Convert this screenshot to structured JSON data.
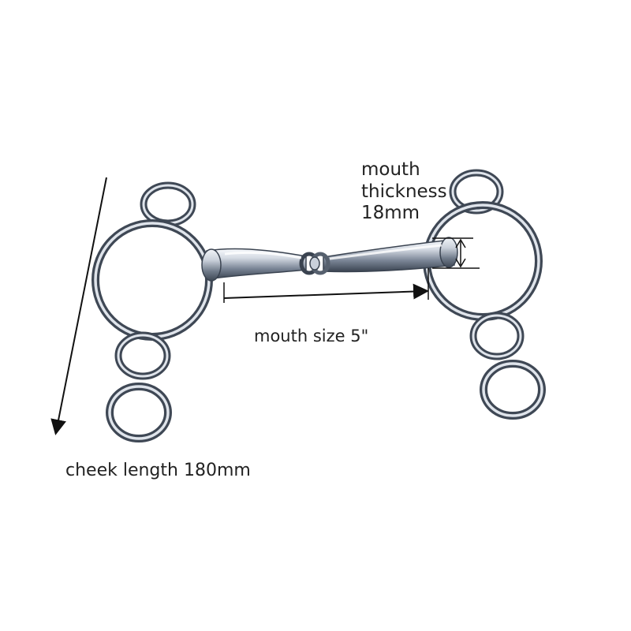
{
  "labels": {
    "mouth_thickness": [
      "mouth",
      "thickness",
      "18mm"
    ],
    "mouth_size": "mouth size 5\"",
    "cheek_length": "cheek length 180mm"
  },
  "colors": {
    "background": "#ffffff",
    "steel_light": "#e9edf3",
    "steel_mid": "#9aa4b3",
    "steel_dark": "#4a5563",
    "annotation": "#111111"
  }
}
